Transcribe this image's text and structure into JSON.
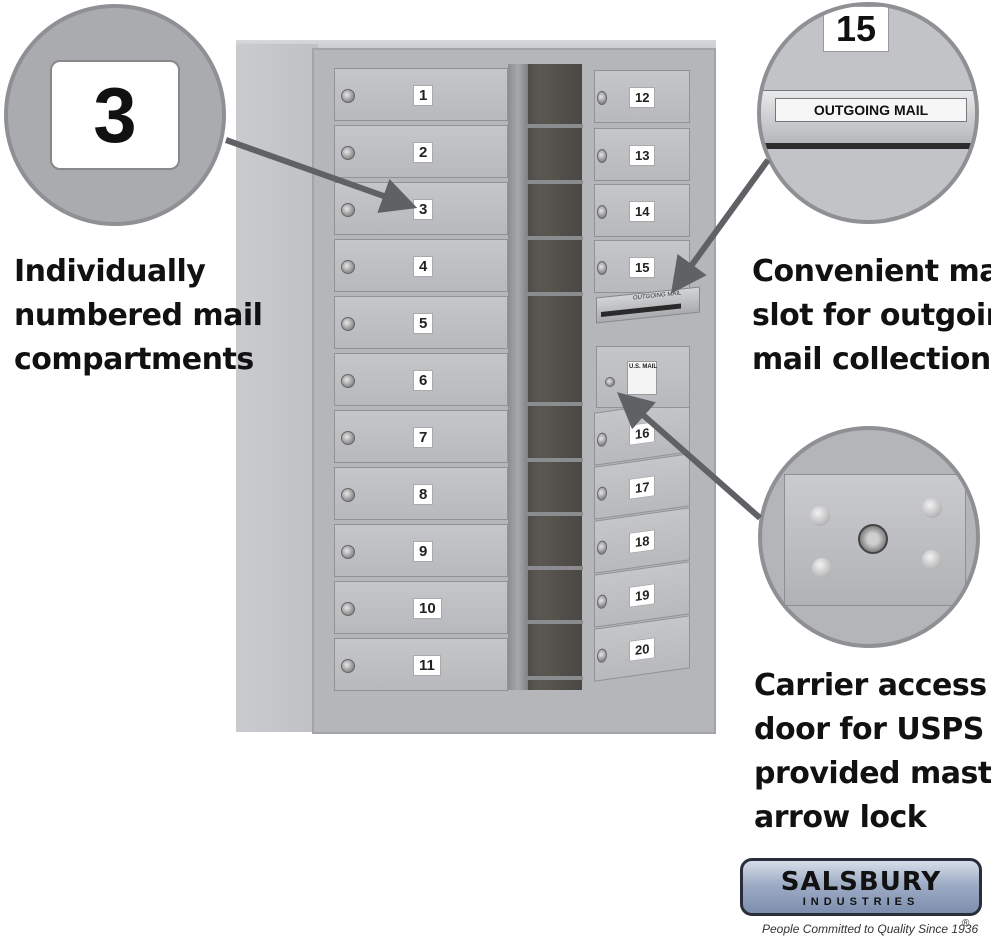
{
  "callouts": {
    "left": [
      "Individually",
      "numbered mail",
      "compartments"
    ],
    "right_top": [
      "Convenient mail",
      "slot for outgoing",
      "mail collection"
    ],
    "right_bottom": [
      "Carrier access",
      "door for USPS",
      "provided master",
      "arrow lock"
    ]
  },
  "zoom": {
    "number_tag": "3",
    "top_right_number": "15",
    "slot_label": "OUTGOING MAIL"
  },
  "compartments": {
    "left": [
      "1",
      "2",
      "3",
      "4",
      "5",
      "6",
      "7",
      "8",
      "9",
      "10",
      "11"
    ],
    "right": [
      "12",
      "13",
      "14",
      "15",
      "16",
      "17",
      "18",
      "19",
      "20"
    ]
  },
  "small_labels": {
    "slot_plate": "OUTGOING MAIL",
    "usps_decal": "U.S. MAIL"
  },
  "logo": {
    "name": "SALSBURY",
    "subtitle": "INDUSTRIES",
    "tagline": "People Committed to Quality Since 1936",
    "registered_mark": "®"
  },
  "colors": {
    "metal": "#b9bbbe",
    "arrow": "#5f6164",
    "text": "#111111"
  }
}
